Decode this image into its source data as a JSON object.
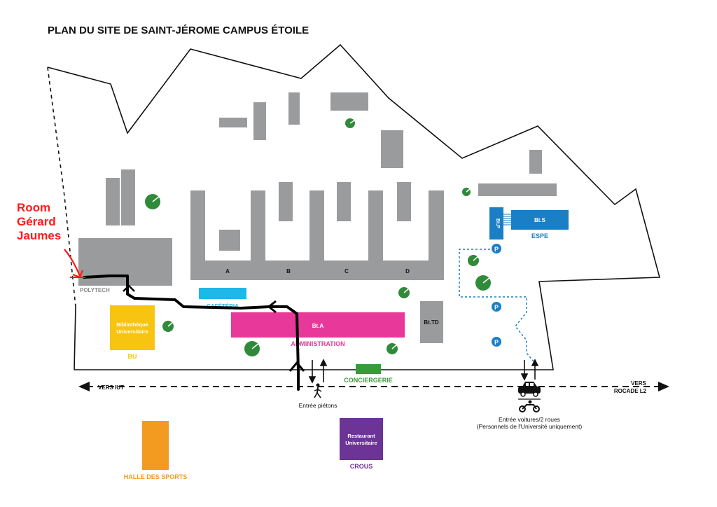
{
  "title": "PLAN DU SITE DE SAINT-JÉROME CAMPUS ÉTOILE",
  "annotation": {
    "lines": [
      "Room",
      "Gérard",
      "Jaumes"
    ],
    "color": "#ff1a1a"
  },
  "buildings": {
    "polytech": "POLYTECH",
    "wings": [
      "A",
      "B",
      "C",
      "D"
    ],
    "bib_lines": [
      "Bibliothèque",
      "Universitaire"
    ],
    "bu": "BU",
    "cafeteria": "CAFÉTÉRIA",
    "bt_a": "Bt.A",
    "administration": "ADMINISTRATION",
    "bt_td": "Bt.TD",
    "bt_p": "Bt.P",
    "bt_s": "Bt.S",
    "espe": "ESPE",
    "conciergerie": "CONCIERGERIE",
    "restaurant_lines": [
      "Restaurant",
      "Universitaire"
    ],
    "crous": "CROUS",
    "halle": "HALLE DES SPORTS"
  },
  "roads": {
    "vers_iut": "VERS IUT",
    "vers_rocade_lines": [
      "VERS",
      "ROCADE L2"
    ]
  },
  "entrances": {
    "pedestrian": "Entrée piétons",
    "vehicle_lines": [
      "Entrée voitures/2 roues",
      "(Personnels de l'Université uniquement)"
    ]
  },
  "parking": {
    "symbol": "P",
    "color": "#1a7fc4"
  },
  "colors": {
    "building": "#9a9b9d",
    "pink": "#e8389a",
    "cyan": "#1cb8e8",
    "yellow": "#f8c412",
    "blue": "#1a7fc4",
    "green": "#3a9a3a",
    "purple": "#6b3496",
    "orange": "#f39a21",
    "tree": "#2f8a3a"
  }
}
